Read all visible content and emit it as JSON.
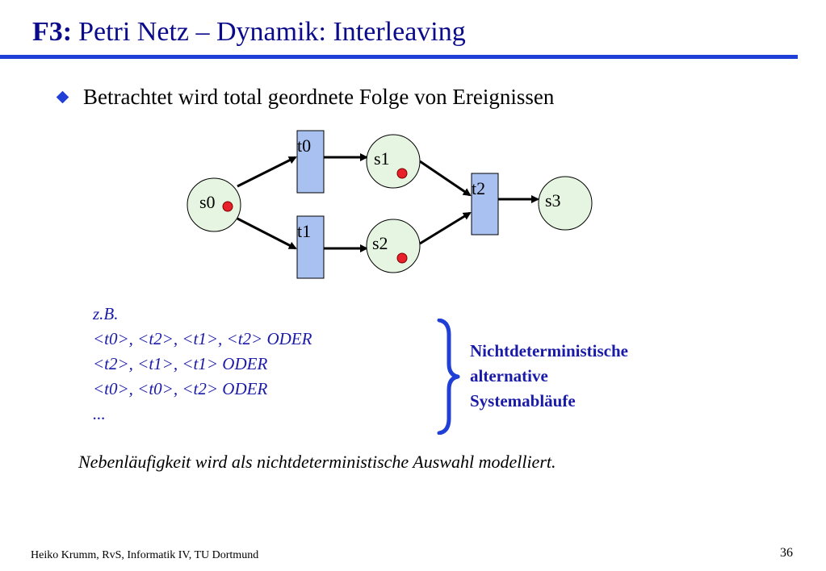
{
  "slide": {
    "title_prefix": "F3:",
    "title_text": "Petri Netz – Dynamik: Interleaving",
    "bullet": "Betrachtet wird total geordnete Folge von Ereignissen"
  },
  "petri_net": {
    "places": [
      {
        "id": "s0",
        "label": "s0",
        "tokens": 1
      },
      {
        "id": "s1",
        "label": "s1",
        "tokens": 1
      },
      {
        "id": "s2",
        "label": "s2",
        "tokens": 1
      },
      {
        "id": "s3",
        "label": "s3",
        "tokens": 0
      }
    ],
    "transitions": [
      {
        "id": "t0",
        "label": "t0"
      },
      {
        "id": "t1",
        "label": "t1"
      },
      {
        "id": "t2",
        "label": "t2"
      }
    ],
    "arcs": [
      {
        "from": "s0",
        "to": "t0"
      },
      {
        "from": "s0",
        "to": "t1"
      },
      {
        "from": "t0",
        "to": "s1"
      },
      {
        "from": "t1",
        "to": "s2"
      },
      {
        "from": "s1",
        "to": "t2"
      },
      {
        "from": "s2",
        "to": "t2"
      },
      {
        "from": "t2",
        "to": "s3"
      }
    ],
    "colors": {
      "place_fill": "#e6f5e1",
      "transition_fill": "#a9c1f0",
      "token": "#e8202a"
    }
  },
  "example": {
    "intro": "z.B.",
    "sequences": [
      "<t0>, <t2>, <t1>, <t2> ODER",
      "<t2>, <t1>, <t1> ODER",
      "<t0>, <t0>, <t2> ODER"
    ],
    "ellipsis": "..."
  },
  "note": {
    "lines": [
      "Nichtdeterministische",
      "alternative",
      "Systemabläufe"
    ]
  },
  "conclusion": "Nebenläufigkeit wird als nichtdeterministische Auswahl modelliert.",
  "footer": {
    "author": "Heiko Krumm, RvS, Informatik IV, TU Dortmund",
    "page_number": "36"
  },
  "colors": {
    "title": "#0a0a8a",
    "accent": "#1f3fd6",
    "example_text": "#1a1aa8"
  }
}
